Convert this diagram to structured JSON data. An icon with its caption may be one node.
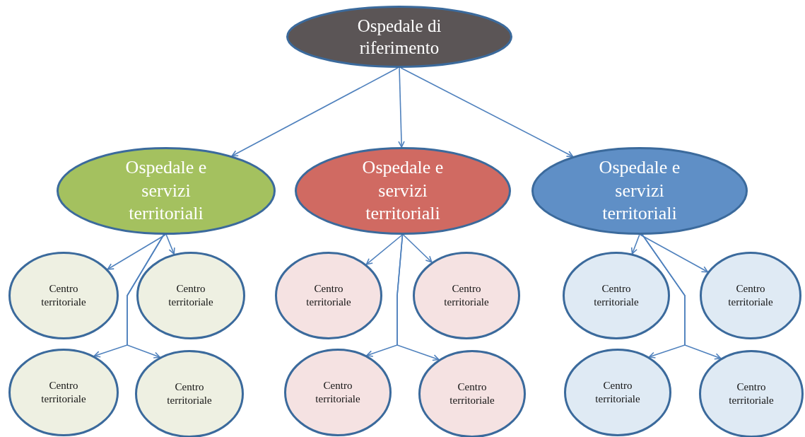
{
  "diagram": {
    "nodes": [
      {
        "text": [
          "Ospedale di riferimento"
        ]
      },
      {
        "text": [
          "Ospedale e servizi territoriali"
        ]
      },
      {
        "text": [
          "Ospedale e servizi territoriali"
        ]
      },
      {
        "text": [
          "Ospedale e servizi territoriali"
        ]
      },
      {
        "text": [
          "Centro territoriale"
        ]
      },
      {
        "text": [
          "Centro territoriale"
        ]
      },
      {
        "text": [
          "Centro territoriale"
        ]
      },
      {
        "text": [
          "Centro territoriale"
        ]
      },
      {
        "text": [
          "Centro territoriale"
        ]
      },
      {
        "text": [
          "Centro territoriale"
        ]
      },
      {
        "text": [
          "Centro territoriale"
        ]
      },
      {
        "text": [
          "Centro territoriale"
        ]
      },
      {
        "text": [
          "Centro territoriale"
        ]
      },
      {
        "text": [
          "Centro territoriale"
        ]
      },
      {
        "text": [
          "Centro territoriale"
        ]
      },
      {
        "text": [
          "Centro territoriale"
        ]
      }
    ],
    "edges": [
      {
        "from": 0,
        "to": 1,
        "arrow": "to"
      },
      {
        "from": 0,
        "to": 2,
        "arrow": "to"
      },
      {
        "from": 0,
        "to": 3,
        "arrow": "to"
      },
      {
        "from": 1,
        "to": 4,
        "arrow": "to"
      },
      {
        "from": 1,
        "to": 5,
        "arrow": "to"
      },
      {
        "from": 1,
        "to": 10,
        "arrow": "to"
      },
      {
        "from": 1,
        "to": 11,
        "arrow": "to"
      },
      {
        "from": 2,
        "to": 6,
        "arrow": "to"
      },
      {
        "from": 2,
        "to": 7,
        "arrow": "to"
      },
      {
        "from": 2,
        "to": 12,
        "arrow": "to"
      },
      {
        "from": 2,
        "to": 13,
        "arrow": "to"
      },
      {
        "from": 3,
        "to": 8,
        "arrow": "to"
      },
      {
        "from": 3,
        "to": 9,
        "arrow": "to"
      },
      {
        "from": 3,
        "to": 14,
        "arrow": "to"
      },
      {
        "from": 3,
        "to": 15,
        "arrow": "to"
      }
    ]
  }
}
